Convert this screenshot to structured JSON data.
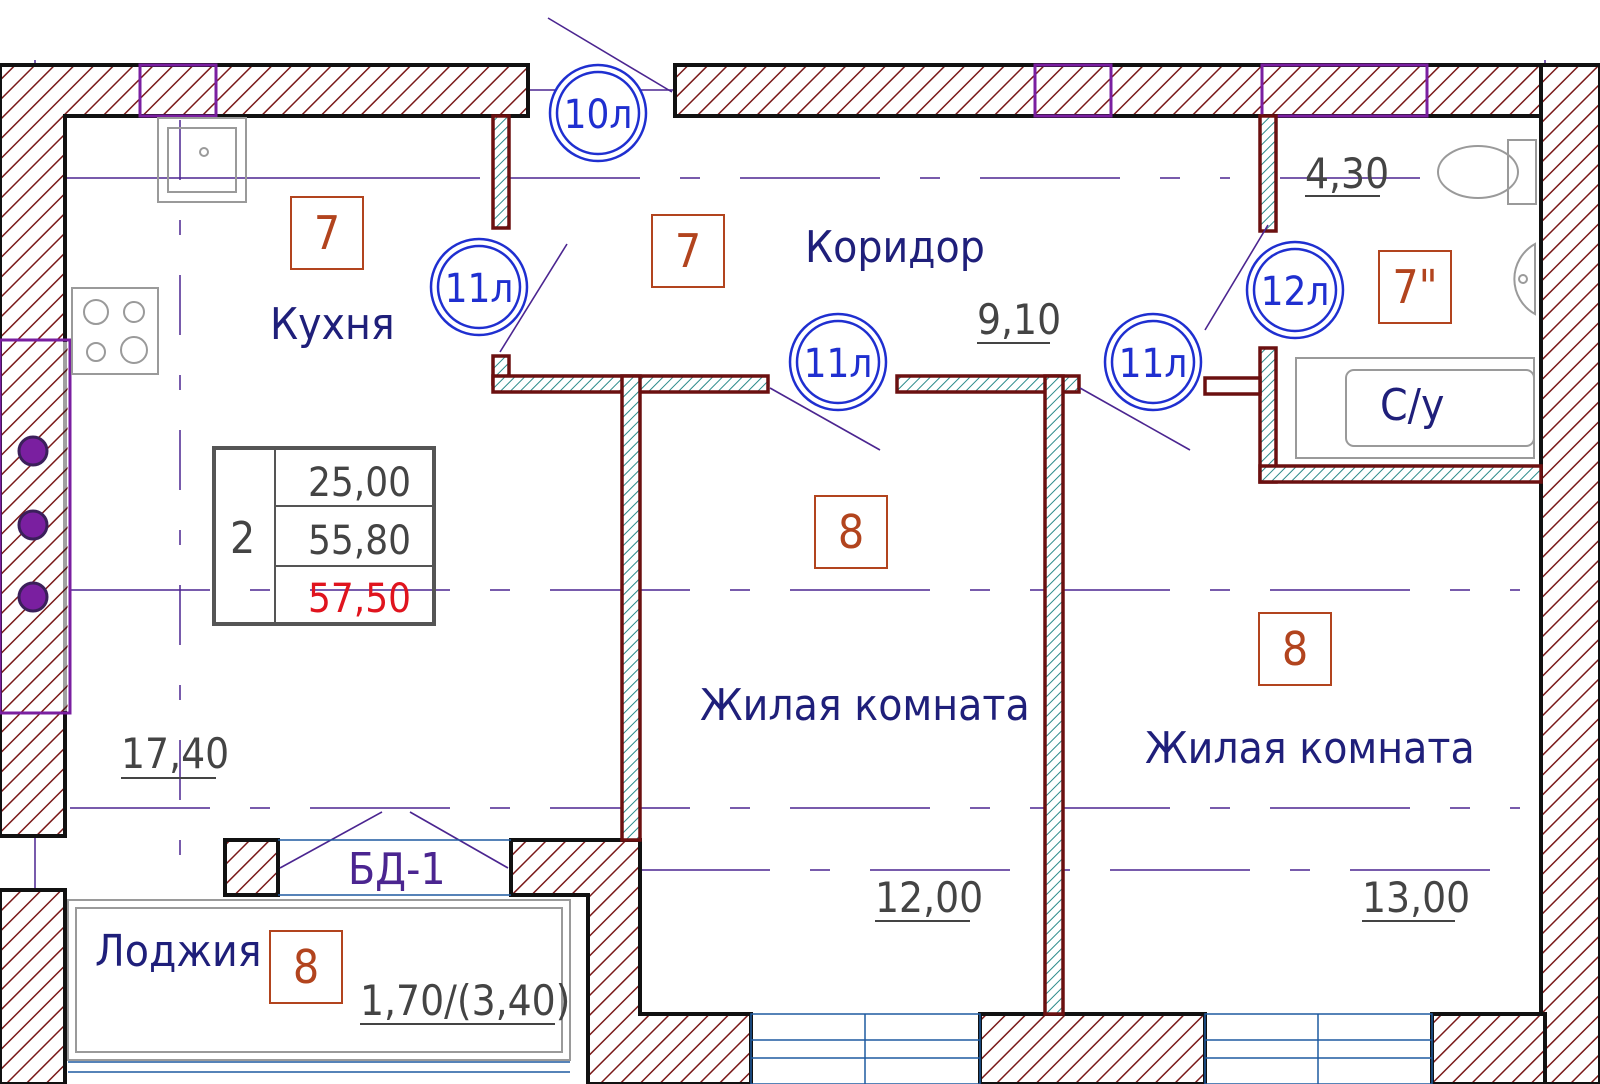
{
  "rooms": {
    "kitchen": {
      "name": "Кухня",
      "area": "17,40",
      "finish": "7"
    },
    "corridor": {
      "name": "Коридор",
      "area": "9,10",
      "finish": "7"
    },
    "bathroom": {
      "name": "С/у",
      "area": "4,30",
      "finish": "7\""
    },
    "living1": {
      "name": "Жилая комната",
      "area": "12,00",
      "finish": "8"
    },
    "living2": {
      "name": "Жилая комната",
      "area": "13,00",
      "finish": "8"
    },
    "loggia": {
      "name": "Лоджия",
      "area": "1,70/(3,40)",
      "finish": "8"
    }
  },
  "apartment": {
    "rooms_count": "2",
    "living_area": "25,00",
    "total_area": "55,80",
    "total_with_loggia": "57,50"
  },
  "doors": {
    "entry": "10л",
    "kitchen": "11л",
    "room1": "11л",
    "room2": "11л",
    "bathroom": "12л"
  },
  "balcony_door": "БД-1",
  "colors": {
    "wall": "#6b1010",
    "hatch": "#7a1a1a",
    "partition_hatch": "#2b8a8a",
    "label_text": "#1f1f7a",
    "finish_box": "#b2441e",
    "door_circle": "#1f2fd0",
    "area_text": "#444444",
    "area_red": "#e0141e",
    "axis_line": "#4b2590",
    "fixture": "#9a9a9a",
    "window": "#1e5aa0"
  }
}
